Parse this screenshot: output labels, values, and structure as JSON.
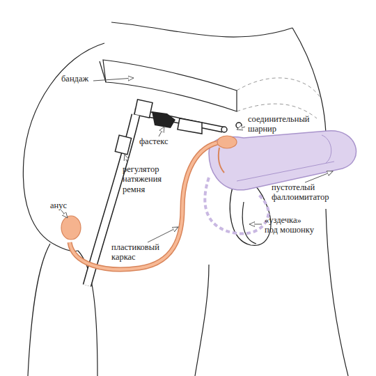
{
  "diagram": {
    "labels": [
      "бандаж",
      "фастекс",
      "регулятор натяжения ремня",
      "соединительный шарнир",
      "пустотелый фаллоимитатор",
      "«уздечка» под мошонку",
      "анус",
      "пластиковый каркас"
    ]
  }
}
